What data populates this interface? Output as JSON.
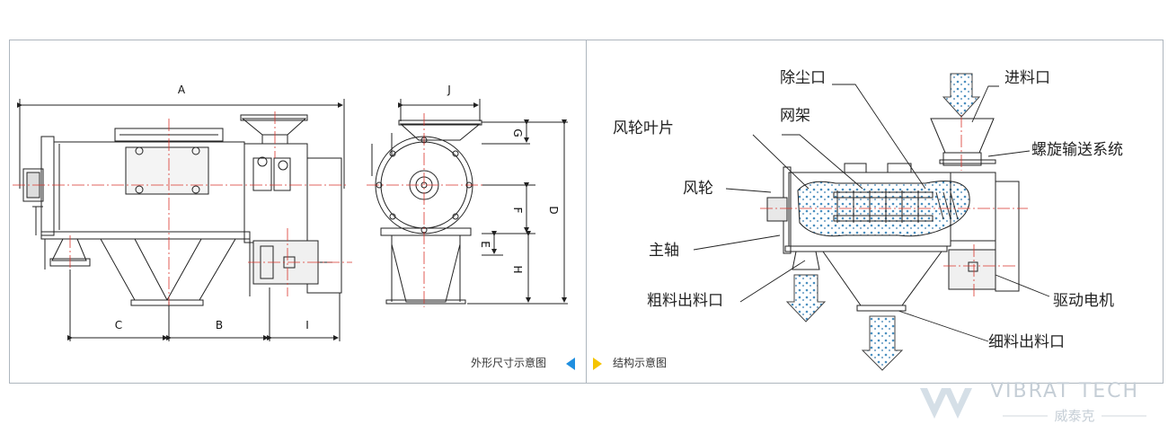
{
  "dimension_labels": {
    "A": "A",
    "B": "B",
    "C": "C",
    "I": "I",
    "J": "J",
    "G": "G",
    "F": "F",
    "E": "E",
    "H": "H",
    "D": "D"
  },
  "structure_labels": {
    "dust_outlet": "除尘口",
    "feed_inlet": "进料口",
    "fan_blade": "风轮叶片",
    "screen_frame": "网架",
    "screw_conveyor": "螺旋输送系统",
    "fan_wheel": "风轮",
    "main_shaft": "主轴",
    "coarse_outlet": "粗料出料口",
    "drive_motor": "驱动电机",
    "fine_outlet": "细料出料口"
  },
  "captions": {
    "outline_caption": "外形尺寸示意图",
    "structure_caption": "结构示意图"
  },
  "colors": {
    "accent_blue": "#1f8fe0",
    "accent_yellow": "#f5c400",
    "centerline_red": "#d9342b"
  },
  "brand": {
    "name": "VIBRAT TECH",
    "chinese": "威泰克"
  }
}
